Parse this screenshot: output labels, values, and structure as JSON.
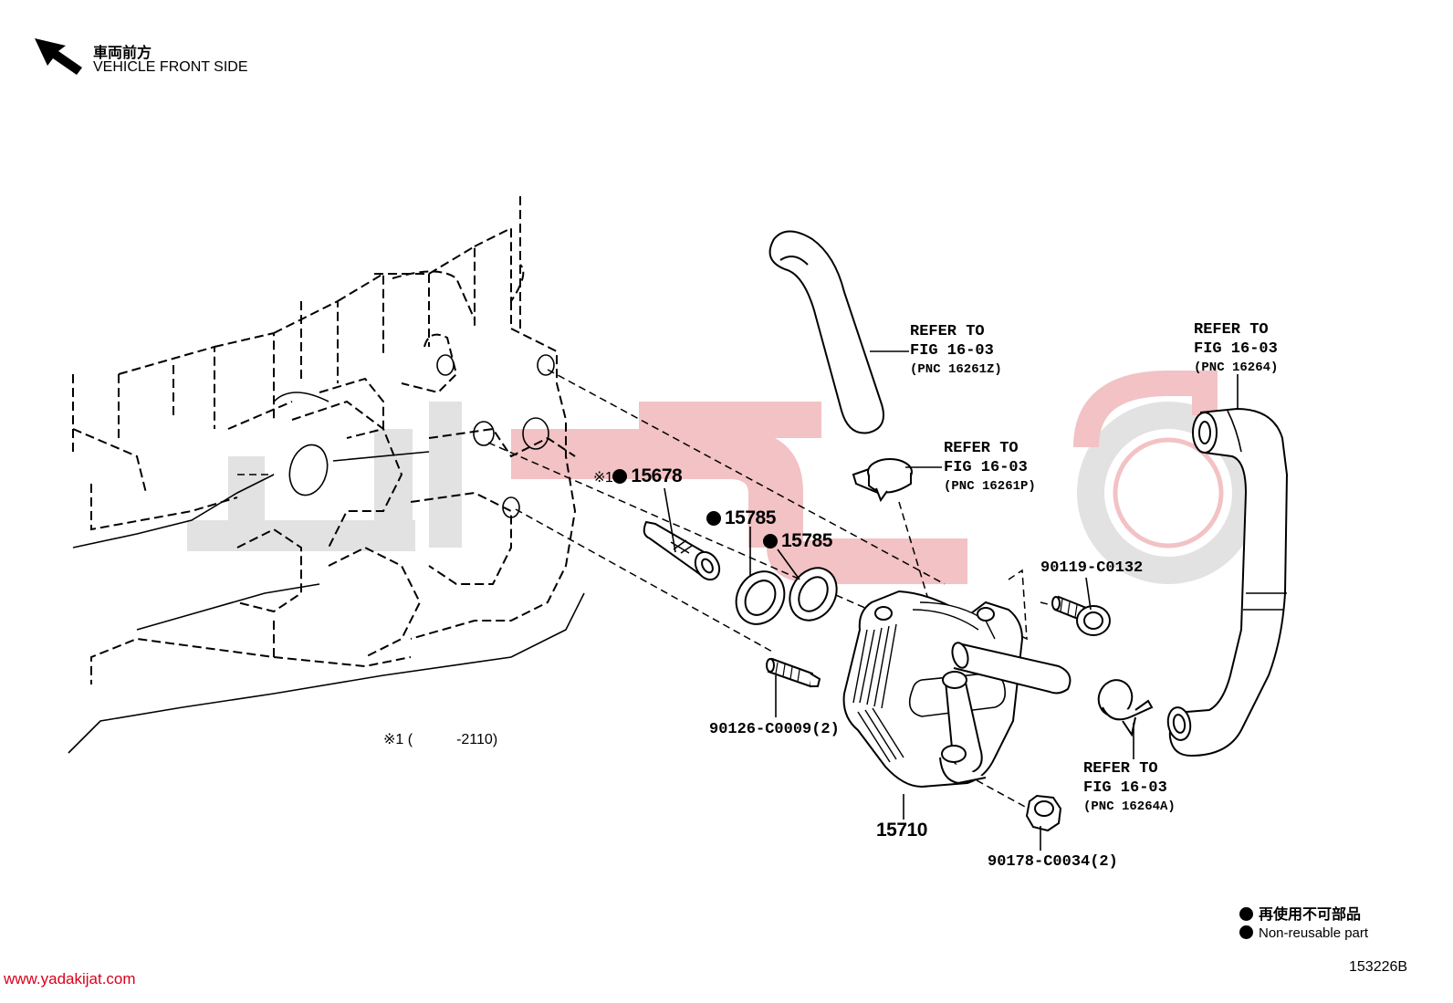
{
  "header": {
    "direction_jp": "車両前方",
    "direction_en": "VEHICLE FRONT SIDE"
  },
  "parts": {
    "p15678": {
      "prefix": "※1",
      "number": "15678"
    },
    "p15785a": {
      "number": "15785"
    },
    "p15785b": {
      "number": "15785"
    },
    "p90126": {
      "number": "90126-C0009(2)"
    },
    "p90119": {
      "number": "90119-C0132"
    },
    "p15710": {
      "number": "15710"
    },
    "p90178": {
      "number": "90178-C0034(2)"
    }
  },
  "references": [
    {
      "line1": "REFER TO",
      "line2": "FIG 16-03",
      "pnc": "(PNC 16261Z)"
    },
    {
      "line1": "REFER TO",
      "line2": "FIG 16-03",
      "pnc": "(PNC 16261P)"
    },
    {
      "line1": "REFER TO",
      "line2": "FIG 16-03",
      "pnc": "(PNC 16264)"
    },
    {
      "line1": "REFER TO",
      "line2": "FIG 16-03",
      "pnc": "(PNC 16264A)"
    }
  ],
  "footnote": {
    "mark": "※1 (",
    "range": "-2110)"
  },
  "legend": {
    "jp": "再使用不可部品",
    "en": "Non-reusable part"
  },
  "figure_code": "153226B",
  "website": "www.yadakijat.com",
  "colors": {
    "watermark": "#f2c2c5",
    "watermark_gray": "#e2e2e2",
    "website": "#d9001b",
    "line": "#000000"
  }
}
